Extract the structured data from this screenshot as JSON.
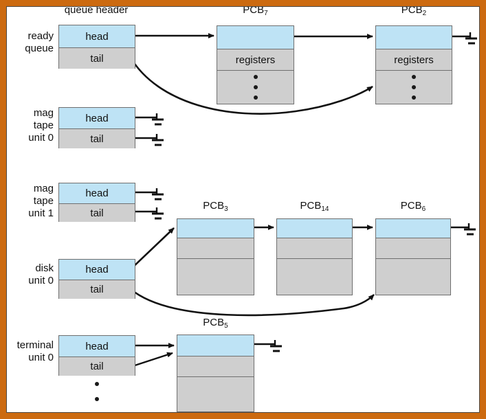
{
  "diagram": {
    "title_row": {
      "queue_header_label": "queue header"
    },
    "queues": [
      {
        "id": "ready-queue",
        "label": "ready\nqueue",
        "label_line1": "ready",
        "label_line2": "queue",
        "head_label": "head",
        "tail_label": "tail",
        "head_target": "PCB7",
        "tail_target": "PCB2"
      },
      {
        "id": "mag-tape-unit-0",
        "label_line1": "mag",
        "label_line2": "tape",
        "label_line3": "unit 0",
        "head_label": "head",
        "tail_label": "tail",
        "head_target": "ground",
        "tail_target": "ground"
      },
      {
        "id": "mag-tape-unit-1",
        "label_line1": "mag",
        "label_line2": "tape",
        "label_line3": "unit 1",
        "head_label": "head",
        "tail_label": "tail",
        "head_target": "ground",
        "tail_target": "ground"
      },
      {
        "id": "disk-unit-0",
        "label_line1": "disk",
        "label_line2": "unit 0",
        "head_label": "head",
        "tail_label": "tail",
        "head_target": "PCB3",
        "tail_target": "PCB6"
      },
      {
        "id": "terminal-unit-0",
        "label_line1": "terminal",
        "label_line2": "unit 0",
        "head_label": "head",
        "tail_label": "tail",
        "head_target": "PCB5",
        "tail_target": "PCB5"
      }
    ],
    "pcbs": [
      {
        "id": "pcb7",
        "name": "PCB",
        "index": "7",
        "registers_label": "registers",
        "has_registers": true,
        "has_dots": true,
        "next": "PCB2"
      },
      {
        "id": "pcb2",
        "name": "PCB",
        "index": "2",
        "registers_label": "registers",
        "has_registers": true,
        "has_dots": true,
        "next": "ground"
      },
      {
        "id": "pcb3",
        "name": "PCB",
        "index": "3",
        "registers_label": "",
        "has_registers": false,
        "has_dots": false,
        "next": "PCB14"
      },
      {
        "id": "pcb14",
        "name": "PCB",
        "index": "14",
        "registers_label": "",
        "has_registers": false,
        "has_dots": false,
        "next": "PCB6"
      },
      {
        "id": "pcb6",
        "name": "PCB",
        "index": "6",
        "registers_label": "",
        "has_registers": false,
        "has_dots": false,
        "next": "ground"
      },
      {
        "id": "pcb5",
        "name": "PCB",
        "index": "5",
        "registers_label": "",
        "has_registers": false,
        "has_dots": false,
        "next": "ground"
      }
    ],
    "ellipsis_marker": "vertical-dots",
    "colors": {
      "frame": "#CC6A10",
      "header_cell": "#BEE3F5",
      "body_cell": "#CFCFCF",
      "box_border": "#6F6F6F",
      "line": "#111111",
      "text": "#111111",
      "background": "#FFFFFF"
    }
  }
}
